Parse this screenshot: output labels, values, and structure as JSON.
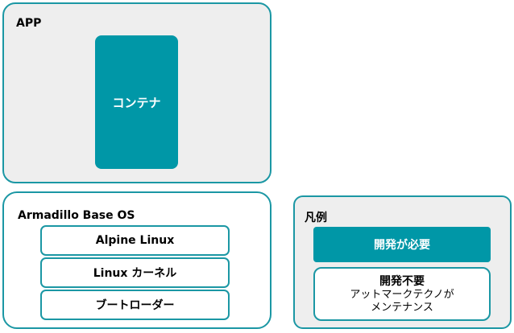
{
  "app": {
    "title": "APP",
    "container_label": "コンテナ"
  },
  "base_os": {
    "title": "Armadillo Base OS",
    "layers": [
      "Alpine Linux",
      "Linux カーネル",
      "ブートローダー"
    ]
  },
  "legend": {
    "title": "凡例",
    "dev_required": "開発が必要",
    "dev_not_required": "開発不要",
    "dev_not_required_note_line1": "アットマークテクノが",
    "dev_not_required_note_line2": "メンテナンス"
  },
  "colors": {
    "accent": "#0097A7",
    "panel_bg": "#EEEEEE"
  }
}
